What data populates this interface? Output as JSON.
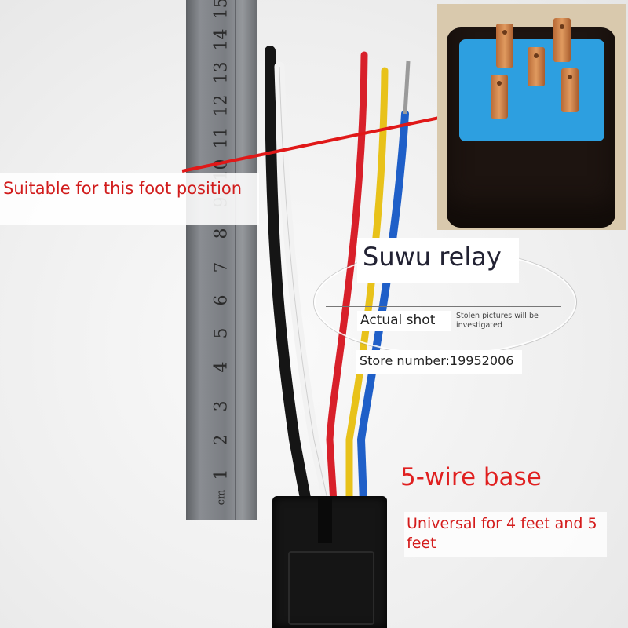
{
  "ruler": {
    "numbers": [
      "15",
      "14",
      "13",
      "12",
      "11",
      "10",
      "9",
      "8",
      "7",
      "6",
      "5",
      "4",
      "3",
      "2",
      "1",
      "cm"
    ]
  },
  "labels": {
    "foot_position": "Suitable for this foot position",
    "brand": "Suwu relay",
    "actual_shot": "Actual shot",
    "stolen_notice": "Stolen pictures will be investigated",
    "store_number": "Store number:19952006",
    "product": "5-wire base",
    "universal": "Universal for 4 feet and 5 feet"
  },
  "colors": {
    "wire_black": "#151515",
    "wire_white": "#f2f2f2",
    "wire_red": "#d8202a",
    "wire_yellow": "#e8c21a",
    "wire_blue": "#1f5fc8",
    "arrow_red": "#e01818",
    "relay_top_blue": "#2d9fe0"
  }
}
